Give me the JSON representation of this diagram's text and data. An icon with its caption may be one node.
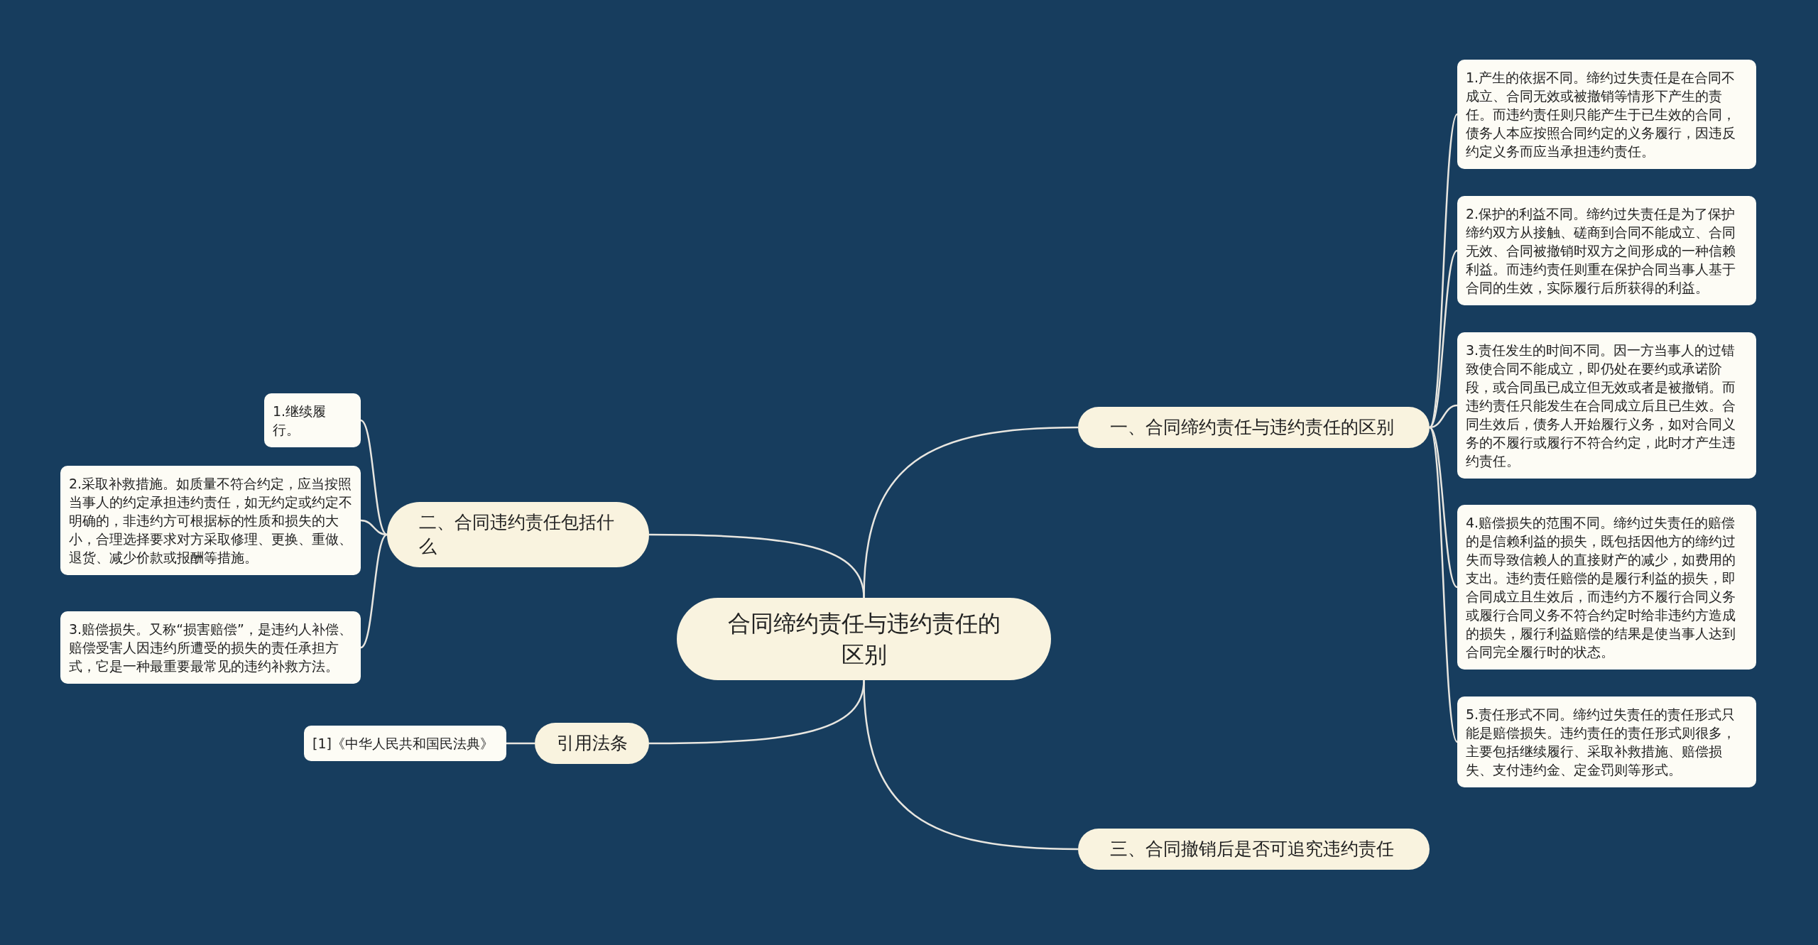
{
  "diagram": {
    "nodes": [
      {
        "text": [
          "合同缔约责任与违约责任的区别"
        ]
      },
      {
        "text": [
          "一、合同缔约责任与违约责任的区别"
        ]
      },
      {
        "text": [
          "1.产生的依据不同。缔约过失责任是在合同不成立、合同无效或被撤销等情形下产生的责任。而违约责任则只能产生于已生效的合同，债务人本应按照合同约定的义务履行，因违反约定义务而应当承担违约责任。"
        ]
      },
      {
        "text": [
          "2.保护的利益不同。缔约过失责任是为了保护缔约双方从接触、磋商到合同不能成立、合同无效、合同被撤销时双方之间形成的一种信赖利益。而违约责任则重在保护合同当事人基于合同的生效，实际履行后所获得的利益。"
        ]
      },
      {
        "text": [
          "3.责任发生的时间不同。因一方当事人的过错致使合同不能成立，即仍处在要约或承诺阶段，或合同虽已成立但无效或者是被撤销。而违约责任只能发生在合同成立后且已生效。合同生效后，债务人开始履行义务，如对合同义务的不履行或履行不符合约定，此时才产生违约责任。"
        ]
      },
      {
        "text": [
          "4.赔偿损失的范围不同。缔约过失责任的赔偿的是信赖利益的损失，既包括因他方的缔约过失而导致信赖人的直接财产的减少，如费用的支出。违约责任赔偿的是履行利益的损失，即合同成立且生效后，而违约方不履行合同义务或履行合同义务不符合约定时给非违约方造成的损失，履行利益赔偿的结果是使当事人达到合同完全履行时的状态。"
        ]
      },
      {
        "text": [
          "5.责任形式不同。缔约过失责任的责任形式只能是赔偿损失。违约责任的责任形式则很多，主要包括继续履行、采取补救措施、赔偿损失、支付违约金、定金罚则等形式。"
        ]
      },
      {
        "text": [
          "二、合同违约责任包括什么"
        ]
      },
      {
        "text": [
          "1.继续履行。"
        ]
      },
      {
        "text": [
          "2.采取补救措施。如质量不符合约定，应当按照当事人的约定承担违约责任，如无约定或约定不明确的，非违约方可根据标的性质和损失的大小，合理选择要求对方采取修理、更换、重做、退货、减少价款或报酬等措施。"
        ]
      },
      {
        "text": [
          "3.赔偿损失。又称“损害赔偿”，是违约人补偿、赔偿受害人因违约所遭受的损失的责任承担方式，它是一种最重要最常见的违约补救方法。"
        ]
      },
      {
        "text": [
          "三、合同撤销后是否可追究违约责任"
        ]
      },
      {
        "text": [
          "引用法条"
        ]
      },
      {
        "text": [
          "[1]《中华人民共和国民法典》"
        ]
      }
    ],
    "edges": [
      {
        "from": 0,
        "to": 1,
        "arrow": "none"
      },
      {
        "from": 1,
        "to": 2,
        "arrow": "none"
      },
      {
        "from": 1,
        "to": 3,
        "arrow": "none"
      },
      {
        "from": 1,
        "to": 4,
        "arrow": "none"
      },
      {
        "from": 1,
        "to": 5,
        "arrow": "none"
      },
      {
        "from": 1,
        "to": 6,
        "arrow": "none"
      },
      {
        "from": 0,
        "to": 7,
        "arrow": "none"
      },
      {
        "from": 7,
        "to": 8,
        "arrow": "none"
      },
      {
        "from": 7,
        "to": 9,
        "arrow": "none"
      },
      {
        "from": 7,
        "to": 10,
        "arrow": "none"
      },
      {
        "from": 0,
        "to": 11,
        "arrow": "none"
      },
      {
        "from": 0,
        "to": 12,
        "arrow": "none"
      },
      {
        "from": 12,
        "to": 13,
        "arrow": "none"
      }
    ]
  }
}
